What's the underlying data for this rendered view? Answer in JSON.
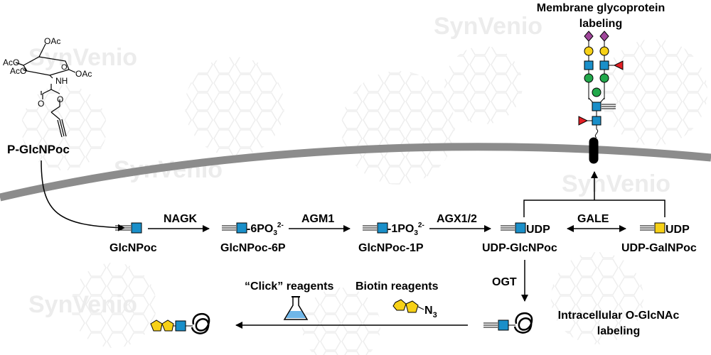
{
  "watermark": "SynVenio",
  "precursor": {
    "name": "P-GlcNPoc",
    "oac_top": "OAc",
    "oac_left": "AcO",
    "oac_left2": "AcO",
    "oac_right": "OAc",
    "nh": "NH",
    "o_ring": "O",
    "o_carbamate": "O",
    "o_ester": "O"
  },
  "top_label": {
    "line1": "Membrane glycoprotein",
    "line2": "labeling"
  },
  "compounds": {
    "glcnpoc": "GlcNPoc",
    "glcnpoc_6p": "GlcNPoc-6P",
    "glcnpoc_1p": "GlcNPoc-1P",
    "udp_glcnpoc": "UDP-GlcNPoc",
    "udp_galnpoc": "UDP-GalNPoc"
  },
  "suffixes": {
    "p6": "-6PO",
    "p1": "-1PO",
    "sub3": "3",
    "sup2": "2-",
    "udp1": "UDP",
    "udp2": "UDP"
  },
  "enzymes": {
    "nagk": "NAGK",
    "agm1": "AGM1",
    "agx": "AGX1/2",
    "gale": "GALE",
    "ogt": "OGT"
  },
  "reagents": {
    "click": "“Click” reagents",
    "biotin": "Biotin reagents",
    "azide": "N",
    "azide_sub": "3"
  },
  "intracellular": {
    "line1": "Intracellular O-GlcNAc",
    "line2": "labeling"
  },
  "colors": {
    "glcnac": "#1a8fc9",
    "galnac": "#f7d117",
    "gal": "#f7d117",
    "sialic": "#a0479b",
    "fucose": "#e31e24",
    "mannose": "#22a84b",
    "membrane": "#8c8c8c"
  }
}
